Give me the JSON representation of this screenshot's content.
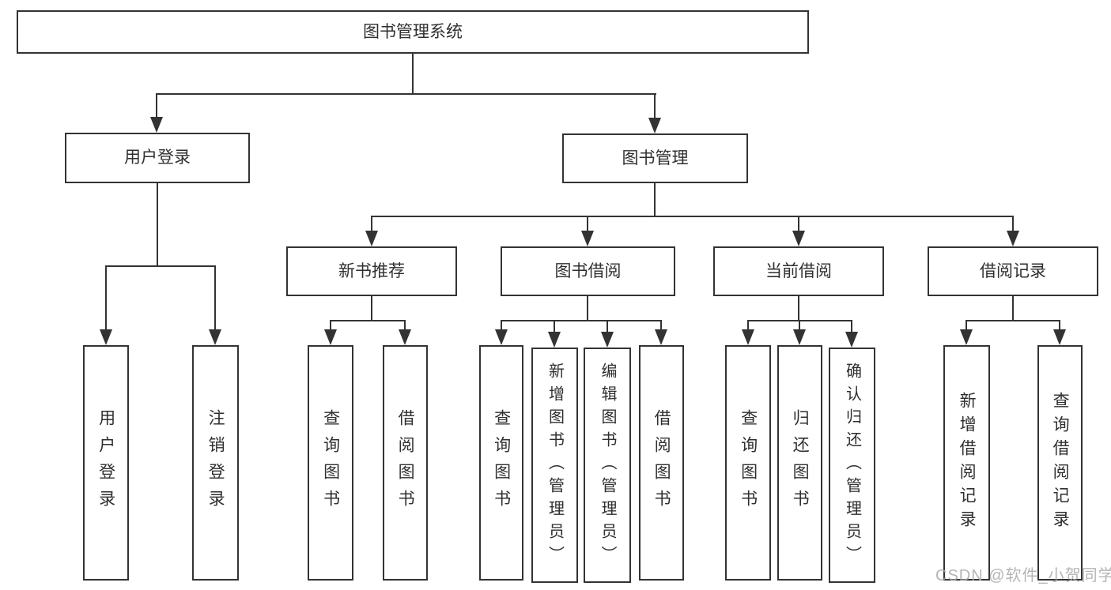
{
  "nodes": {
    "root": {
      "label": "图书管理系统"
    },
    "user_login": {
      "label": "用户登录"
    },
    "book_mgmt": {
      "label": "图书管理"
    },
    "new_book_rec": {
      "label": "新书推荐"
    },
    "book_borrow": {
      "label": "图书借阅"
    },
    "current_borrow": {
      "label": "当前借阅"
    },
    "borrow_record": {
      "label": "借阅记录"
    },
    "leaf_user_login": {
      "label": "用户登录"
    },
    "leaf_logout": {
      "label": "注销登录"
    },
    "leaf_query_book_1": {
      "label": "查询图书"
    },
    "leaf_borrow_book_1": {
      "label": "借阅图书"
    },
    "leaf_query_book_2": {
      "label": "查询图书"
    },
    "leaf_add_book": {
      "label": "新增图书（管理员）"
    },
    "leaf_edit_book": {
      "label": "编辑图书（管理员）"
    },
    "leaf_borrow_book_2": {
      "label": "借阅图书"
    },
    "leaf_query_book_3": {
      "label": "查询图书"
    },
    "leaf_return_book": {
      "label": "归还图书"
    },
    "leaf_confirm_return": {
      "label": "确认归还（管理员）"
    },
    "leaf_add_record": {
      "label": "新增借阅记录"
    },
    "leaf_query_record": {
      "label": "查询借阅记录"
    }
  },
  "watermark": {
    "text": "CSDN @软件_小贺同学"
  },
  "colors": {
    "line": "#333333",
    "box_border": "#333333",
    "text": "#2f2f2f",
    "background": "#ffffff",
    "watermark": "#a8a8a8"
  }
}
